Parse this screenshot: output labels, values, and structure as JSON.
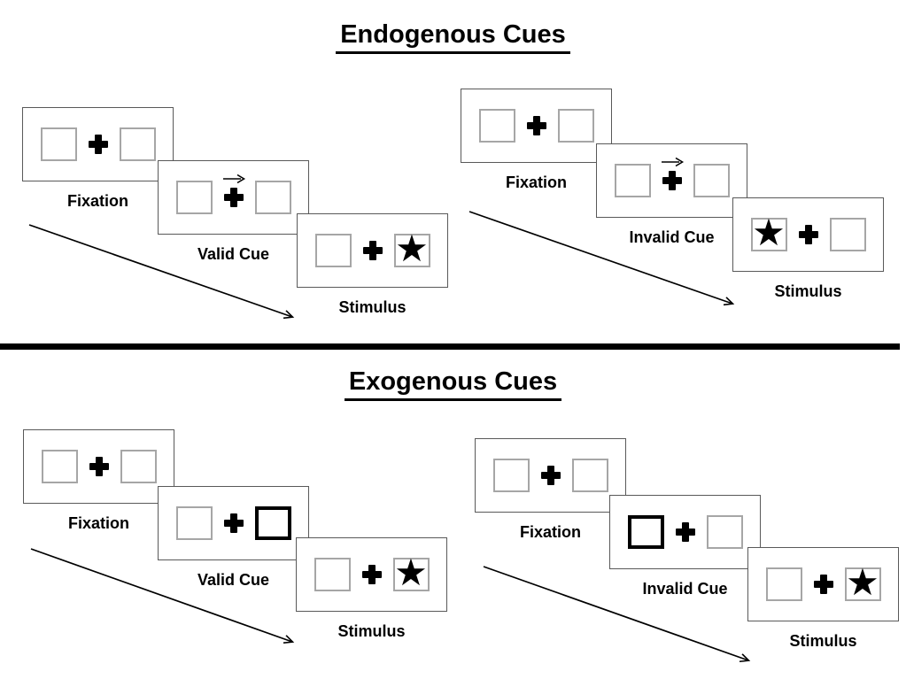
{
  "colors": {
    "background": "#ffffff",
    "panel_border": "#595959",
    "placeholder_box_border": "#a6a6a6",
    "cue_highlight_border": "#000000",
    "ink": "#000000"
  },
  "sections": [
    {
      "id": "endogenous",
      "title": "Endogenous Cues",
      "groups": [
        {
          "id": "valid-trial",
          "panels": [
            {
              "label": "Fixation",
              "kind": "fixation",
              "left_box": "empty",
              "right_box": "empty"
            },
            {
              "label": "Valid Cue",
              "kind": "endogenous-cue",
              "left_box": "empty",
              "right_box": "empty",
              "cue_arrow_direction": "right"
            },
            {
              "label": "Stimulus",
              "kind": "stimulus",
              "left_box": "empty",
              "right_box": "star"
            }
          ]
        },
        {
          "id": "invalid-trial",
          "panels": [
            {
              "label": "Fixation",
              "kind": "fixation",
              "left_box": "empty",
              "right_box": "empty"
            },
            {
              "label": "Invalid Cue",
              "kind": "endogenous-cue",
              "left_box": "empty",
              "right_box": "empty",
              "cue_arrow_direction": "right"
            },
            {
              "label": "Stimulus",
              "kind": "stimulus",
              "left_box": "star",
              "right_box": "empty"
            }
          ]
        }
      ]
    },
    {
      "id": "exogenous",
      "title": "Exogenous Cues",
      "groups": [
        {
          "id": "valid-trial",
          "panels": [
            {
              "label": "Fixation",
              "kind": "fixation",
              "left_box": "empty",
              "right_box": "empty"
            },
            {
              "label": "Valid Cue",
              "kind": "exogenous-cue",
              "left_box": "empty",
              "right_box": "highlighted"
            },
            {
              "label": "Stimulus",
              "kind": "stimulus",
              "left_box": "empty",
              "right_box": "star"
            }
          ]
        },
        {
          "id": "invalid-trial",
          "panels": [
            {
              "label": "Fixation",
              "kind": "fixation",
              "left_box": "empty",
              "right_box": "empty"
            },
            {
              "label": "Invalid Cue",
              "kind": "exogenous-cue",
              "left_box": "highlighted",
              "right_box": "empty"
            },
            {
              "label": "Stimulus",
              "kind": "stimulus",
              "left_box": "empty",
              "right_box": "star"
            }
          ]
        }
      ]
    }
  ],
  "icons": {
    "fixation_cross": "plus-cross",
    "target": "black-star",
    "endogenous_cue": "right-arrow",
    "trial_sequence": "diagonal-down-right-arrow"
  }
}
